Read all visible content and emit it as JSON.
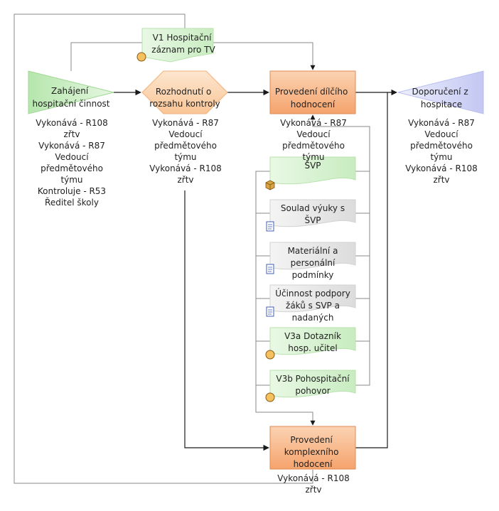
{
  "nodes": {
    "start": {
      "lines": [
        "Zahájení",
        "hospitační činnost"
      ]
    },
    "v1": {
      "lines": [
        "V1 Hospitační",
        "záznam pro TV"
      ]
    },
    "decide": {
      "lines": [
        "Rozhodnutí o",
        "rozsahu kontroly"
      ]
    },
    "partial": {
      "lines": [
        "Provedení dílčího",
        "hodnocení"
      ]
    },
    "recommend": {
      "lines": [
        "Doporučení z",
        "hospitace"
      ]
    },
    "complex": {
      "lines": [
        "Provedení",
        "komplexního",
        "hodocení"
      ]
    }
  },
  "roles": {
    "start": [
      "Vykonává - R108",
      "zřtv",
      "Vykonává - R87",
      "Vedoucí",
      "předmětového",
      "týmu",
      "Kontroluje - R53",
      "Ředitel školy"
    ],
    "decide": [
      "Vykonává - R87",
      "Vedoucí",
      "předmětového",
      "týmu",
      "Vykonává - R108",
      "zřtv"
    ],
    "partial": [
      "Vykonává - R87",
      "Vedoucí",
      "předmětového",
      "týmu"
    ],
    "recommend": [
      "Vykonává - R87",
      "Vedoucí",
      "předmětového",
      "týmu",
      "Vykonává - R108",
      "zřtv"
    ],
    "complex": [
      "Vykonává - R108",
      "zřtv"
    ]
  },
  "documents": [
    {
      "kind": "product",
      "icon": "box-icon",
      "lines": [
        "ŠVP"
      ]
    },
    {
      "kind": "doc",
      "icon": "document-icon",
      "lines": [
        "Soulad výuky s",
        "ŠVP"
      ]
    },
    {
      "kind": "doc",
      "icon": "document-icon",
      "lines": [
        "Materiální a",
        "personální",
        "podmínky"
      ]
    },
    {
      "kind": "doc",
      "icon": "document-icon",
      "lines": [
        "Účinnost podpory",
        "žáků s SVP a",
        "nadaných"
      ]
    },
    {
      "kind": "form",
      "icon": "compass-icon",
      "lines": [
        "V3a Dotazník",
        "hosp. učitel"
      ]
    },
    {
      "kind": "form",
      "icon": "compass-icon",
      "lines": [
        "V3b Pohospitační",
        "pohovor"
      ]
    }
  ],
  "colors": {
    "green_fill": "#c8ecc0",
    "green_edge": "#9fd694",
    "orange_fill": "#f8b88a",
    "orange_edge": "#e08a52",
    "decision_fill": "#fbd7b6",
    "purple_fill": "#cdd0f4",
    "grey_fill": "#e6e6e6",
    "line": "#1a1a1a",
    "thin_line": "#8a8a8a"
  }
}
